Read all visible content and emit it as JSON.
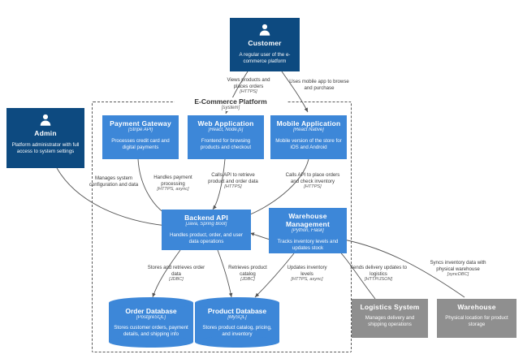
{
  "diagram": {
    "boundary": {
      "title": "E-Commerce Platform",
      "subtitle": "[system]"
    }
  },
  "nodes": {
    "customer": {
      "title": "Customer",
      "tech": "",
      "desc": "A regular user of the e-commerce platform",
      "icon": "person-icon",
      "color": "#0d4a80"
    },
    "admin": {
      "title": "Admin",
      "tech": "",
      "desc": "Platform administrator with full access to system settings",
      "icon": "person-icon",
      "color": "#0d4a80"
    },
    "payment_gateway": {
      "title": "Payment Gateway",
      "tech": "[Stripe API]",
      "desc": "Processes credit card and digital payments",
      "color": "#3d87d8"
    },
    "web_application": {
      "title": "Web Application",
      "tech": "[React, Node.js]",
      "desc": "Frontend for browsing products and checkout",
      "color": "#3d87d8"
    },
    "mobile_application": {
      "title": "Mobile Application",
      "tech": "[React Native]",
      "desc": "Mobile version of the store for iOS and Android",
      "color": "#3d87d8"
    },
    "backend_api": {
      "title": "Backend API",
      "tech": "[Java, Spring Boot]",
      "desc": "Handles product, order, and user data operations",
      "color": "#3d87d8"
    },
    "warehouse_management": {
      "title": "Warehouse Management",
      "tech": "[Python, Flask]",
      "desc": "Tracks inventory levels and updates stock",
      "color": "#3d87d8"
    },
    "order_database": {
      "title": "Order Database",
      "tech": "[PostgreSQL]",
      "desc": "Stores customer orders, payment details, and shipping info",
      "color": "#3d87d8"
    },
    "product_database": {
      "title": "Product Database",
      "tech": "[MySQL]",
      "desc": "Stores product catalog, pricing, and inventory",
      "color": "#3d87d8"
    },
    "logistics_system": {
      "title": "Logistics System",
      "tech": "",
      "desc": "Manages delivery and shipping operations",
      "color": "#8f8f8f"
    },
    "warehouse": {
      "title": "Warehouse",
      "tech": "",
      "desc": "Physical location for product storage",
      "color": "#8f8f8f"
    }
  },
  "edges": {
    "customer_web": {
      "text": "Views products and places orders",
      "proto": "[HTTPS]"
    },
    "customer_mobile": {
      "text": "Uses mobile app to browse and purchase",
      "proto": ""
    },
    "admin_backend": {
      "text": "Manages system configuration and data",
      "proto": ""
    },
    "payment_backend": {
      "text": "Handles payment processing",
      "proto": "[HTTPS, async]"
    },
    "web_backend": {
      "text": "Calls API to retrieve product and order data",
      "proto": "[HTTPS]"
    },
    "mobile_backend": {
      "text": "Calls API to place orders and check inventory",
      "proto": "[HTTPS]"
    },
    "backend_orderdb": {
      "text": "Stores and retrieves order data",
      "proto": "[JDBC]"
    },
    "backend_productdb": {
      "text": "Retrieves product catalog",
      "proto": "[JDBC]"
    },
    "warehouse_backend": {
      "text": "Updates inventory levels",
      "proto": "[HTTPS, async]"
    },
    "warehouse_logistics": {
      "text": "Sends delivery updates to logistics",
      "proto": "[HTTP/JSON]"
    },
    "warehouse_physical": {
      "text": "Syncs inventory data with physical warehouse",
      "proto": "[syncDBC]"
    }
  }
}
